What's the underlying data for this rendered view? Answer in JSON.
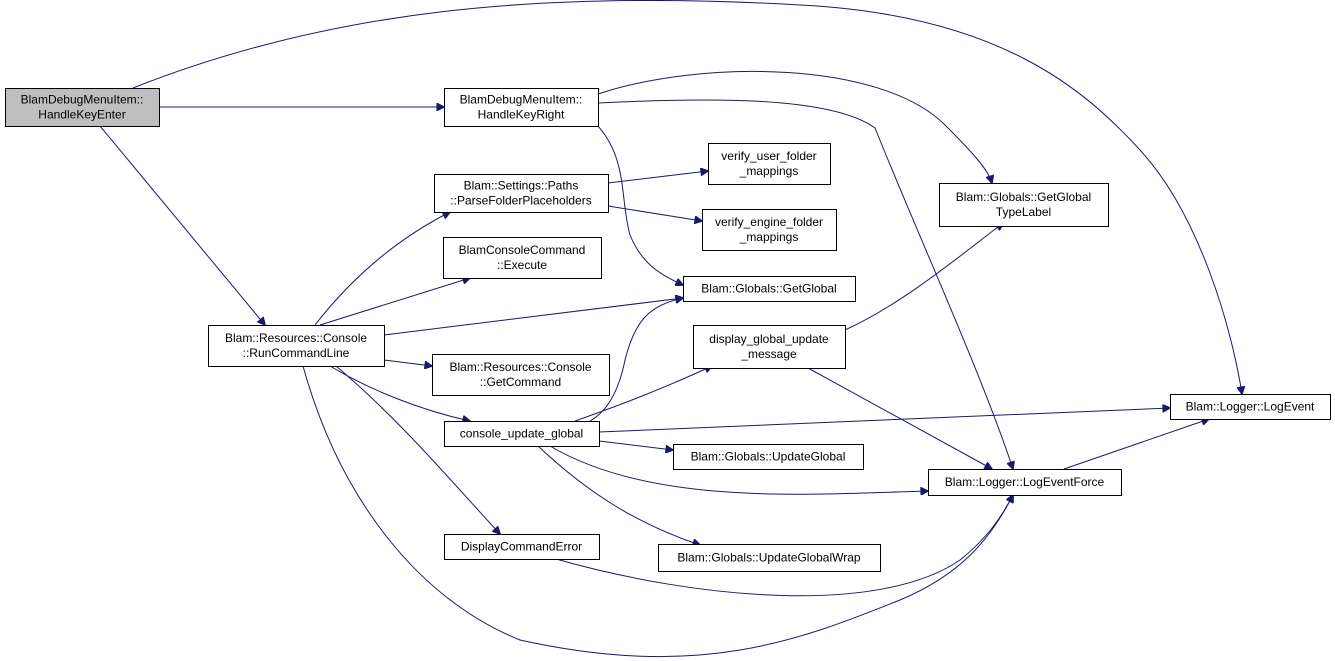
{
  "diagram": {
    "type": "call-graph",
    "colors": {
      "edge": "#191970",
      "root_fill": "#bfbfbf",
      "node_fill": "#ffffff",
      "node_border": "#000000"
    },
    "nodes": [
      {
        "id": "root",
        "lines": [
          "BlamDebugMenuItem::",
          "HandleKeyEnter"
        ],
        "root": true
      },
      {
        "id": "hkr",
        "lines": [
          "BlamDebugMenuItem::",
          "HandleKeyRight"
        ]
      },
      {
        "id": "rcl",
        "lines": [
          "Blam::Resources::Console",
          "::RunCommandLine"
        ]
      },
      {
        "id": "pfp",
        "lines": [
          "Blam::Settings::Paths",
          "::ParseFolderPlaceholders"
        ]
      },
      {
        "id": "bce",
        "lines": [
          "BlamConsoleCommand",
          "::Execute"
        ]
      },
      {
        "id": "rgc",
        "lines": [
          "Blam::Resources::Console",
          "::GetCommand"
        ]
      },
      {
        "id": "cug",
        "lines": [
          "console_update_global"
        ]
      },
      {
        "id": "dce",
        "lines": [
          "DisplayCommandError"
        ]
      },
      {
        "id": "vuf",
        "lines": [
          "verify_user_folder",
          "_mappings"
        ]
      },
      {
        "id": "vef",
        "lines": [
          "verify_engine_folder",
          "_mappings"
        ]
      },
      {
        "id": "gg",
        "lines": [
          "Blam::Globals::GetGlobal"
        ]
      },
      {
        "id": "dgu",
        "lines": [
          "display_global_update",
          "_message"
        ]
      },
      {
        "id": "ug",
        "lines": [
          "Blam::Globals::UpdateGlobal"
        ]
      },
      {
        "id": "ugw",
        "lines": [
          "Blam::Globals::UpdateGlobalWrap"
        ]
      },
      {
        "id": "ggtl",
        "lines": [
          "Blam::Globals::GetGlobal",
          "TypeLabel"
        ]
      },
      {
        "id": "lef",
        "lines": [
          "Blam::Logger::LogEventForce"
        ]
      },
      {
        "id": "le",
        "lines": [
          "Blam::Logger::LogEvent"
        ]
      }
    ],
    "edges": [
      {
        "from": "root",
        "to": "hkr"
      },
      {
        "from": "root",
        "to": "rcl"
      },
      {
        "from": "root",
        "to": "le"
      },
      {
        "from": "hkr",
        "to": "ggtl"
      },
      {
        "from": "hkr",
        "to": "gg"
      },
      {
        "from": "hkr",
        "to": "lef"
      },
      {
        "from": "rcl",
        "to": "pfp"
      },
      {
        "from": "rcl",
        "to": "bce"
      },
      {
        "from": "rcl",
        "to": "gg"
      },
      {
        "from": "rcl",
        "to": "rgc"
      },
      {
        "from": "rcl",
        "to": "cug"
      },
      {
        "from": "rcl",
        "to": "dce"
      },
      {
        "from": "rcl",
        "to": "lef"
      },
      {
        "from": "pfp",
        "to": "vuf"
      },
      {
        "from": "pfp",
        "to": "vef"
      },
      {
        "from": "cug",
        "to": "gg"
      },
      {
        "from": "cug",
        "to": "dgu"
      },
      {
        "from": "cug",
        "to": "le"
      },
      {
        "from": "cug",
        "to": "ug"
      },
      {
        "from": "cug",
        "to": "lef"
      },
      {
        "from": "cug",
        "to": "ugw"
      },
      {
        "from": "dgu",
        "to": "ggtl"
      },
      {
        "from": "dgu",
        "to": "lef"
      },
      {
        "from": "dce",
        "to": "lef"
      },
      {
        "from": "lef",
        "to": "le"
      }
    ]
  }
}
